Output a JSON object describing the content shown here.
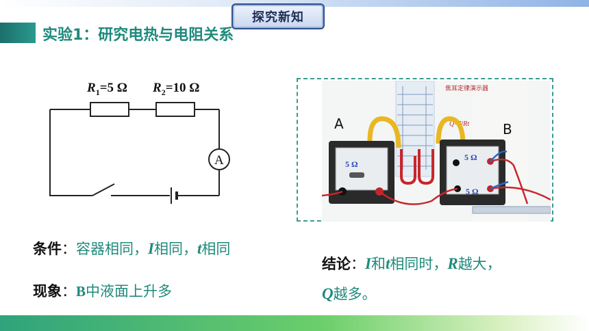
{
  "header": {
    "badge": "探究新知"
  },
  "title": "实验1：研究电热与电阻关系",
  "circuit": {
    "r1_label": "R",
    "r1_sub": "1",
    "r1_value": "=5 Ω",
    "r2_label": "R",
    "r2_sub": "2",
    "r2_value": "=10 Ω",
    "ammeter": "A"
  },
  "photo": {
    "label_a": "A",
    "label_b": "B",
    "res_a": "5 Ω",
    "res_b1": "5 Ω",
    "res_b2": "5 Ω",
    "device_title": "焦耳定律演示器",
    "formula": "Q=I²Rt"
  },
  "conditions": {
    "label": "条件",
    "sep": "：",
    "t1": "容器相同，",
    "v1": "I",
    "t2": "相同，",
    "v2": "t",
    "t3": "相同"
  },
  "phenomenon": {
    "label": "现象",
    "sep": "：",
    "v1": "B",
    "t1": "中液面上升多"
  },
  "conclusion": {
    "label": "结论",
    "sep": "：",
    "v1": "I",
    "t1": "和",
    "v2": "t",
    "t2": "相同时，",
    "v3": "R",
    "t3": "越大，",
    "v4": "Q",
    "t4": "越多。"
  }
}
